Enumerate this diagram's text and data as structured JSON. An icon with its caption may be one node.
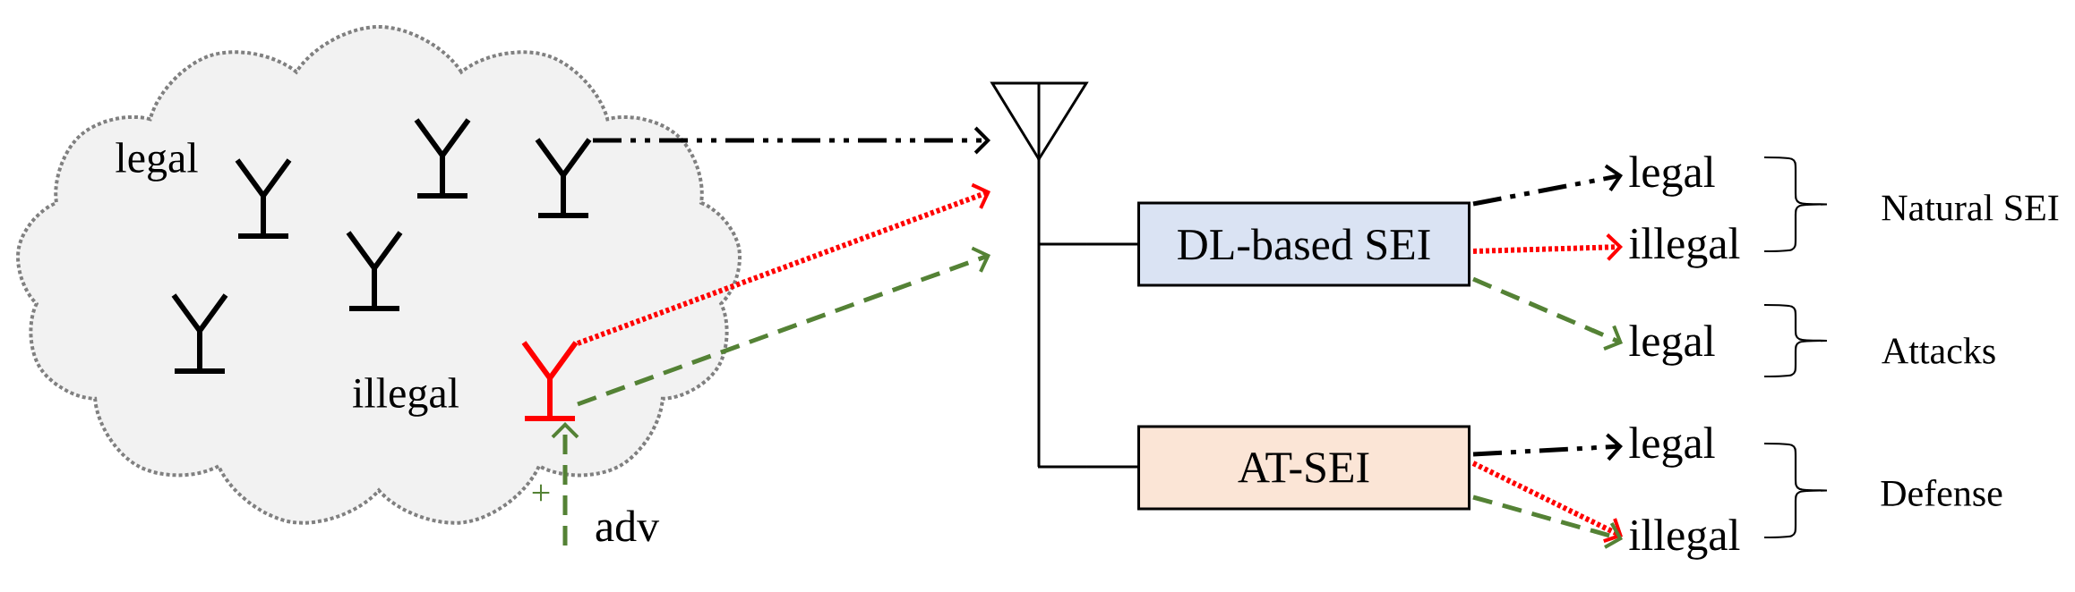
{
  "diagram": {
    "nodes": [
      {
        "text": [
          "legal",
          "illegal"
        ]
      },
      {
        "text": [],
        "shape": "antenna",
        "in": 0
      },
      {
        "text": [],
        "shape": "antenna",
        "in": 0
      },
      {
        "text": [],
        "shape": "antenna",
        "in": 0
      },
      {
        "text": [],
        "shape": "antenna",
        "in": 0
      },
      {
        "text": [],
        "shape": "antenna",
        "in": 0
      },
      {
        "text": [],
        "shape": "antenna",
        "in": 0
      },
      {
        "text": [
          "adv"
        ]
      },
      {
        "text": [],
        "shape": "antenna"
      },
      {
        "text": [
          "DL-based SEI"
        ]
      },
      {
        "text": [
          "AT-SEI"
        ]
      },
      {
        "text": [
          "legal"
        ]
      },
      {
        "text": [
          "illegal"
        ]
      },
      {
        "text": [
          "legal"
        ]
      },
      {
        "text": [
          "legal"
        ]
      },
      {
        "text": [
          "illegal"
        ]
      }
    ],
    "edges": [
      {
        "from": 2,
        "to": 8,
        "arrow": "to",
        "style": "dashed"
      },
      {
        "from": 6,
        "to": 8,
        "arrow": "to",
        "style": "dashed",
        "color": "#ff0000"
      },
      {
        "from": 6,
        "to": 8,
        "arrow": "to",
        "style": "dashed",
        "color": "#548235"
      },
      {
        "from": 7,
        "to": 6,
        "arrow": "to",
        "style": "dashed",
        "color": "#548235",
        "label": "+"
      },
      {
        "from": 8,
        "to": 9,
        "arrow": "none"
      },
      {
        "from": 8,
        "to": 10,
        "arrow": "none"
      },
      {
        "from": 9,
        "to": 11,
        "arrow": "to",
        "style": "dashed"
      },
      {
        "from": 9,
        "to": 12,
        "arrow": "to",
        "style": "dashed",
        "color": "#ff0000"
      },
      {
        "from": 9,
        "to": 13,
        "arrow": "to",
        "style": "dashed",
        "color": "#548235"
      },
      {
        "from": 10,
        "to": 14,
        "arrow": "to",
        "style": "dashed"
      },
      {
        "from": 10,
        "to": 15,
        "arrow": "to",
        "style": "dashed",
        "color": "#ff0000"
      },
      {
        "from": 10,
        "to": 15,
        "arrow": "to",
        "style": "dashed",
        "color": "#548235"
      }
    ],
    "labels": [
      "Natural SEI",
      "Attacks",
      "Defense"
    ]
  }
}
